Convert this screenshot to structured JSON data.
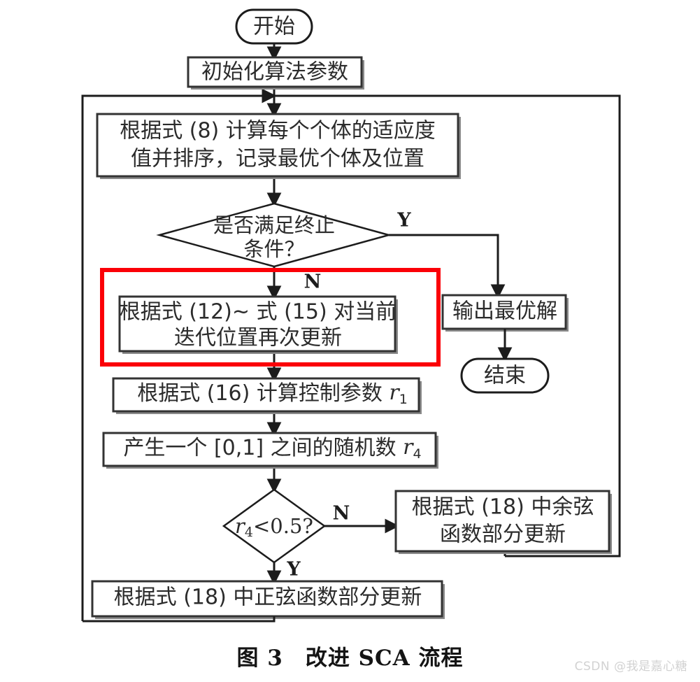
{
  "figure": {
    "caption": "图 3　改进 SCA 流程",
    "watermark": "CSDN @我是嘉心糖"
  },
  "colors": {
    "highlight": "#fb0007",
    "stroke": "#1c1c1c",
    "box_stroke": "#333333",
    "box_shadow": "#8a8a8a",
    "text": "#2b2b2b",
    "background": "#ffffff",
    "watermark": "#d2d2d2"
  },
  "chart_data": {
    "type": "diagram",
    "title": "图 3　改进 SCA 流程",
    "nodes": [
      {
        "id": "start",
        "shape": "terminator",
        "label": "开始"
      },
      {
        "id": "init",
        "shape": "process",
        "label": "初始化算法参数"
      },
      {
        "id": "fitness",
        "shape": "process",
        "label_line1": "根据式 (8) 计算每个个体的适应度",
        "label_line2": "值并排序，记录最优个体及位置"
      },
      {
        "id": "terminate",
        "shape": "decision",
        "label_line1": "是否满足终止",
        "label_line2": "条件？"
      },
      {
        "id": "update1215",
        "shape": "process",
        "highlighted": true,
        "label_line1": "根据式 (12)~ 式 (15) 对当前",
        "label_line2": "迭代位置再次更新"
      },
      {
        "id": "output",
        "shape": "process",
        "label": "输出最优解"
      },
      {
        "id": "end",
        "shape": "terminator",
        "label": "结束"
      },
      {
        "id": "control_r1",
        "shape": "process",
        "label": "根据式 (16) 计算控制参数 r",
        "label_sub": "1"
      },
      {
        "id": "random_r4",
        "shape": "process",
        "label": "产生一个 [0,1] 之间的随机数 r",
        "label_sub": "4"
      },
      {
        "id": "r4_test",
        "shape": "decision",
        "label": "r",
        "label_sub": "4",
        "label_tail": "<0.5?"
      },
      {
        "id": "cosine",
        "shape": "process",
        "label_line1": "根据式 (18) 中余弦",
        "label_line2": "函数部分更新"
      },
      {
        "id": "sine",
        "shape": "process",
        "label": "根据式 (18) 中正弦函数部分更新"
      }
    ],
    "edges": [
      {
        "from": "start",
        "to": "init",
        "label": ""
      },
      {
        "from": "init",
        "to": "fitness",
        "label": ""
      },
      {
        "from": "fitness",
        "to": "terminate",
        "label": ""
      },
      {
        "from": "terminate",
        "to": "output",
        "label": "Y"
      },
      {
        "from": "terminate",
        "to": "update1215",
        "label": "N"
      },
      {
        "from": "output",
        "to": "end",
        "label": ""
      },
      {
        "from": "update1215",
        "to": "control_r1",
        "label": ""
      },
      {
        "from": "control_r1",
        "to": "random_r4",
        "label": ""
      },
      {
        "from": "random_r4",
        "to": "r4_test",
        "label": ""
      },
      {
        "from": "r4_test",
        "to": "cosine",
        "label": "N"
      },
      {
        "from": "r4_test",
        "to": "sine",
        "label": "Y"
      },
      {
        "from": "cosine",
        "to": "loop_back",
        "label": ""
      },
      {
        "from": "sine",
        "to": "fitness",
        "label": ""
      }
    ],
    "branch_labels": {
      "terminate_yes": "Y",
      "terminate_no": "N",
      "r4_no": "N",
      "r4_yes": "Y"
    }
  },
  "nodes": {
    "start": {
      "text": "开始"
    },
    "init": {
      "text": "初始化算法参数"
    },
    "fitness": {
      "line1": "根据式 (8) 计算每个个体的适应度",
      "line2": "值并排序，记录最优个体及位置"
    },
    "terminate": {
      "line1": "是否满足终止",
      "line2": "条件？"
    },
    "update1215": {
      "line1": "根据式 (12)~ 式 (15) 对当前",
      "line2": "迭代位置再次更新"
    },
    "output": {
      "text": "输出最优解"
    },
    "end": {
      "text": "结束"
    },
    "control_r1": {
      "text": "根据式 (16) 计算控制参数 ",
      "var": "r",
      "sub": "1"
    },
    "random_r4": {
      "text": "产生一个 [0,1] 之间的随机数 ",
      "var": "r",
      "sub": "4"
    },
    "r4_test": {
      "var": "r",
      "sub": "4",
      "tail": "<0.5?"
    },
    "cosine": {
      "line1": "根据式 (18) 中余弦",
      "line2": "函数部分更新"
    },
    "sine": {
      "text": "根据式 (18) 中正弦函数部分更新"
    }
  },
  "labels": {
    "yes_terminate": "Y",
    "no_terminate": "N",
    "no_r4": "N",
    "yes_r4": "Y"
  }
}
